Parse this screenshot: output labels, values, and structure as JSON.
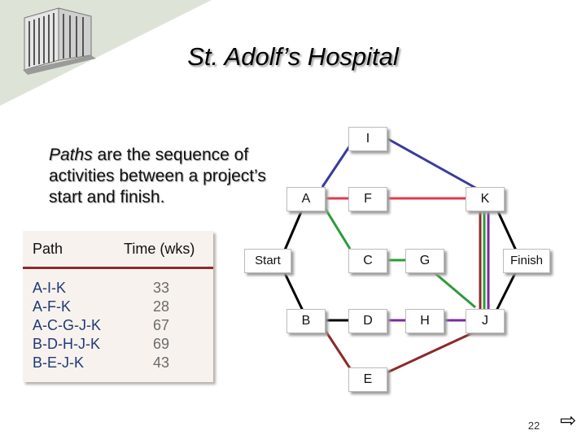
{
  "slide": {
    "title": "St. Adolf’s Hospital",
    "caption_italic": "Paths",
    "caption_rest": " are the sequence of activities between a project’s start and finish.",
    "page_number": "22"
  },
  "paths_table": {
    "headers": [
      "Path",
      "Time (wks)"
    ],
    "rows": [
      {
        "path": "A-I-K",
        "time": "33"
      },
      {
        "path": "A-F-K",
        "time": "28"
      },
      {
        "path": "A-C-G-J-K",
        "time": "67"
      },
      {
        "path": "B-D-H-J-K",
        "time": "69"
      },
      {
        "path": "B-E-J-K",
        "time": "43"
      }
    ]
  },
  "network": {
    "nodes": [
      {
        "id": "start",
        "label": "Start"
      },
      {
        "id": "a",
        "label": "A"
      },
      {
        "id": "b",
        "label": "B"
      },
      {
        "id": "i",
        "label": "I"
      },
      {
        "id": "f",
        "label": "F"
      },
      {
        "id": "c",
        "label": "C"
      },
      {
        "id": "d",
        "label": "D"
      },
      {
        "id": "e",
        "label": "E"
      },
      {
        "id": "g",
        "label": "G"
      },
      {
        "id": "h",
        "label": "H"
      },
      {
        "id": "k",
        "label": "K"
      },
      {
        "id": "j",
        "label": "J"
      },
      {
        "id": "finish",
        "label": "Finish"
      }
    ],
    "path_colors": {
      "A-I-K": "#3a3aa0",
      "A-F-K": "#e03a4a",
      "A-C-G-J-K": "#2e9a3a",
      "B-D-H-J-K": "#7b2aa0",
      "B-E-J-K": "#8a2b2b",
      "neutral": "#000000"
    }
  }
}
